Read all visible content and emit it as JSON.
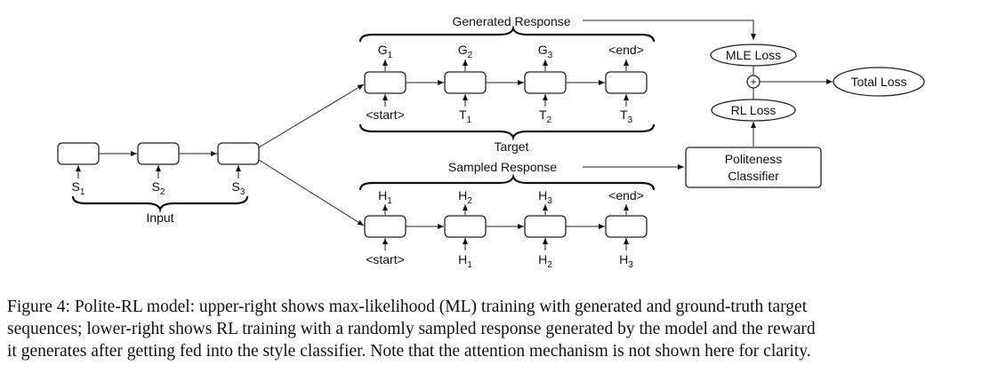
{
  "diagram": {
    "input_tokens": [
      "S1",
      "S2",
      "S3"
    ],
    "input_label": "Input",
    "generated_response_label": "Generated Response",
    "generated_outputs": [
      "G1",
      "G2",
      "G3",
      "<end>"
    ],
    "target_inputs": [
      "<start>",
      "T1",
      "T2",
      "T3"
    ],
    "target_label": "Target",
    "sampled_response_label": "Sampled Response",
    "sampled_outputs": [
      "H1",
      "H2",
      "H3",
      "<end>"
    ],
    "sampled_inputs": [
      "<start>",
      "H1",
      "H2",
      "H3"
    ],
    "mle_loss": "MLE Loss",
    "rl_loss": "RL Loss",
    "plus_symbol": "+",
    "total_loss": "Total Loss",
    "classifier_line1": "Politeness",
    "classifier_line2": "Classifier"
  },
  "caption": {
    "line1": "Figure 4: Polite-RL model: upper-right shows max-likelihood (ML) training with generated and ground-truth target",
    "line2": "sequences; lower-right shows RL training with a randomly sampled response generated by the model and the reward",
    "line3": "it generates after getting fed into the style classifier. Note that the attention mechanism is not shown here for clarity."
  }
}
